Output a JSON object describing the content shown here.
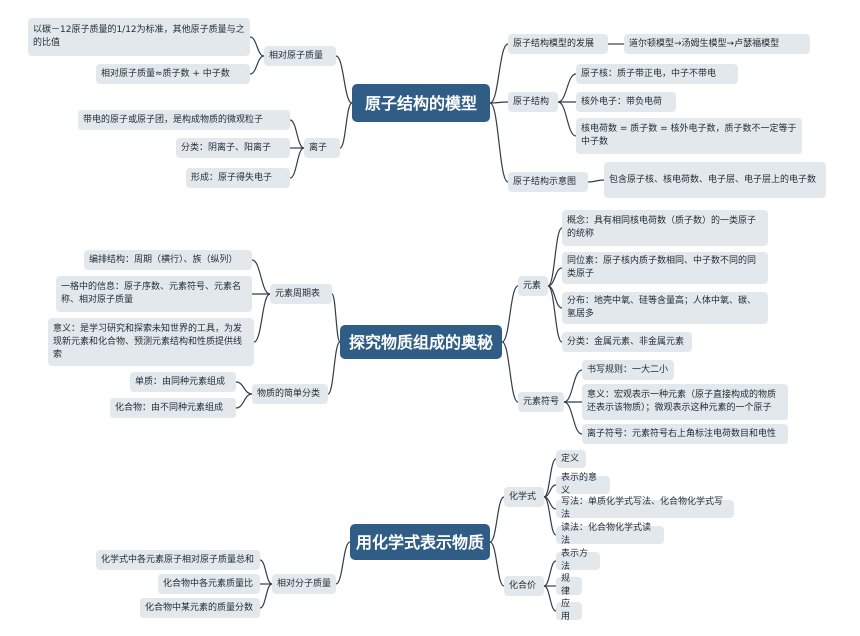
{
  "map1": {
    "root": "原子结构的模型",
    "left": {
      "relative_mass": {
        "label": "相对原子质量",
        "items": [
          "以碳－12原子质量的1/12为标准，其他原子质量与之的比值",
          "相对原子质量≈质子数 + 中子数"
        ]
      },
      "ion": {
        "label": "离子",
        "items": [
          "带电的原子或原子团，是构成物质的微观粒子",
          "分类：阴离子、阳离子",
          "形成：原子得失电子"
        ]
      }
    },
    "right": {
      "development": {
        "label": "原子结构模型的发展",
        "item": "道尔顿模型→汤姆生模型→卢瑟福模型"
      },
      "structure": {
        "label": "原子结构",
        "items": [
          "原子核：质子带正电，中子不带电",
          "核外电子：带负电荷",
          "核电荷数 = 质子数 = 核外电子数，质子数不一定等于中子数"
        ]
      },
      "diagram": {
        "label": "原子结构示意图",
        "item": "包含原子核、核电荷数、电子层、电子层上的电子数"
      }
    }
  },
  "map2": {
    "root": "探究物质组成的奥秘",
    "left": {
      "periodic": {
        "label": "元素周期表",
        "items": [
          "编排结构：周期（横行）、族（纵列）",
          "一格中的信息：原子序数、元素符号、元素名称、相对原子质量",
          "意义：是学习研究和探索未知世界的工具，为发现新元素和化合物、预测元素结构和性质提供线索"
        ]
      },
      "classification": {
        "label": "物质的简单分类",
        "items": [
          "单质：由同种元素组成",
          "化合物：由不同种元素组成"
        ]
      }
    },
    "right": {
      "element": {
        "label": "元素",
        "items": [
          "概念：具有相同核电荷数（质子数）的一类原子的统称",
          "同位素：原子核内质子数相同、中子数不同的同类原子",
          "分布：地壳中氧、硅等含量高；人体中氧、碳、氢居多",
          "分类：金属元素、非金属元素"
        ]
      },
      "symbol": {
        "label": "元素符号",
        "items": [
          "书写规则：一大二小",
          "意义：宏观表示一种元素（原子直接构成的物质还表示该物质）；微观表示这种元素的一个原子",
          "离子符号：元素符号右上角标注电荷数目和电性"
        ]
      }
    }
  },
  "map3": {
    "root": "用化学式表示物质",
    "left": {
      "molecular_mass": {
        "label": "相对分子质量",
        "items": [
          "化学式中各元素原子相对原子质量总和",
          "化合物中各元素质量比",
          "化合物中某元素的质量分数"
        ]
      }
    },
    "right": {
      "formula": {
        "label": "化学式",
        "items": [
          "定义",
          "表示的意义",
          "写法：单质化学式写法、化合物化学式写法",
          "读法：化合物化学式读法"
        ]
      },
      "valence": {
        "label": "化合价",
        "items": [
          "表示方法",
          "规律",
          "应用"
        ]
      }
    }
  }
}
